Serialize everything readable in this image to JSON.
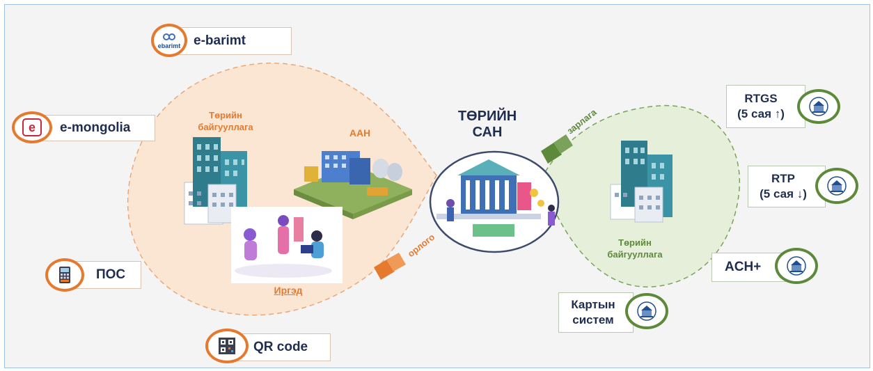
{
  "colors": {
    "accent_orange": "#e57a2e",
    "accent_green": "#5d8a3a",
    "navy": "#1f2d4f",
    "peach_fill": "#fbe5d3",
    "green_fill": "#e6efd9"
  },
  "left_labels": {
    "ebarimt": "e-barimt",
    "ebarimt_logo": "ebarimt",
    "emongolia": "e-mongolia",
    "emongolia_letter": "e",
    "pos": "ПОС",
    "qr": "QR code"
  },
  "left_region": {
    "org_line1": "Төрийн",
    "org_line2": "байгууллага",
    "aan": "ААН",
    "citizen": "Иргэд",
    "flow_label": "орлого"
  },
  "center": {
    "title_line1": "ТӨРИЙН",
    "title_line2": "САН"
  },
  "right_region": {
    "flow_label": "зарлага",
    "org_line1": "Төрийн",
    "org_line2": "байгууллага"
  },
  "right_labels": {
    "rtgs_line1": "RTGS",
    "rtgs_line2": "(5 сая ↑)",
    "rtp_line1": "RTP",
    "rtp_line2": "(5 сая ↓)",
    "ach": "ACH+",
    "card_line1": "Картын",
    "card_line2": "систем"
  },
  "icons": [
    "ebarimt-logo-icon",
    "emongolia-logo-icon",
    "pos-terminal-icon",
    "qr-code-icon",
    "central-bank-logo-icon",
    "office-buildings-icon",
    "factory-icon",
    "people-icon",
    "treasury-building-icon"
  ]
}
